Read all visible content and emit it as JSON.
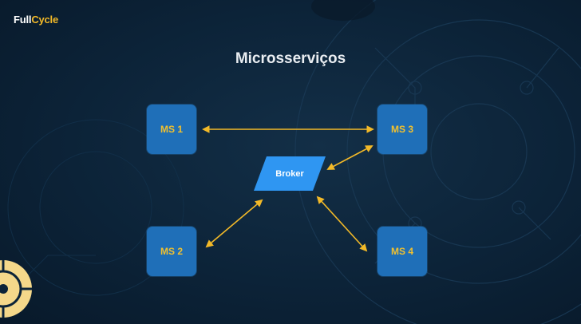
{
  "logo": {
    "part1": "Full",
    "part2": "Cycle"
  },
  "title": "Microsserviços",
  "nodes": {
    "ms1": "MS 1",
    "ms2": "MS 2",
    "ms3": "MS 3",
    "ms4": "MS 4",
    "broker": "Broker"
  },
  "colors": {
    "background": "#0c2338",
    "node_fill": "#1f6fb8",
    "node_text": "#f2c12e",
    "broker_fill": "#2f96f2",
    "arrow": "#f2b928"
  },
  "connections": [
    {
      "from": "MS 1",
      "to": "MS 3"
    },
    {
      "from": "Broker",
      "to": "MS 3"
    },
    {
      "from": "Broker",
      "to": "MS 2"
    },
    {
      "from": "Broker",
      "to": "MS 4"
    }
  ]
}
